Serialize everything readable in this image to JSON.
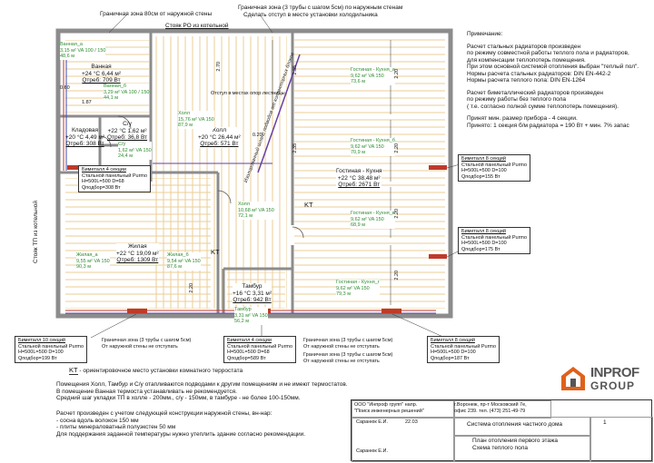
{
  "plan": {
    "top_labels": [
      "Граничная зона 80см от наружной стены",
      "Граничная зона (3 трубы с шагом 5см) по наружным стенам",
      "Сделать отступ в месте установки холодильника"
    ],
    "steak_label": "Стояк РО из котельной",
    "left_vertical_label": "Стояк ТП из котельной",
    "collector_label": "Изолированный шланг подводов от коллекторных блоков",
    "collector_small": "Отступ в местах опор лестницы",
    "kt": "KT",
    "rooms": {
      "bathroom": {
        "name": "Ванная",
        "temp": "+24 °C",
        "area": "6,44 м²",
        "q": "Qтреб: 709 Вт"
      },
      "su": {
        "name": "С/у",
        "temp": "+22 °C",
        "area": "1,62 м²",
        "q": "Qтреб: 36,8 Вт"
      },
      "pantry": {
        "name": "Кладовая",
        "temp": "+20 °C",
        "area": "4,49 м²",
        "q": "Qтреб: 308 Вт"
      },
      "hall": {
        "name": "Холл",
        "temp": "+20 °C",
        "area": "26,44 м²",
        "q": "Qтреб: 571 Вт"
      },
      "living": {
        "name": "Гостиная - Кухня",
        "temp": "+22 °C",
        "area": "38,48 м²",
        "q": "Qтреб: 2671 Вт"
      },
      "bedroom": {
        "name": "Жилая",
        "temp": "+22 °C",
        "area": "19,09 м²",
        "q": "Qтреб: 1309 Вт"
      },
      "vestibule": {
        "name": "Тамбур",
        "temp": "+16 °C",
        "area": "3,31 м²",
        "q": "Qтреб: 942 Вт"
      }
    },
    "circuits": [
      {
        "name": "Ванная_а",
        "line1": "3,15 м²  VA 100 / 150",
        "line2": "48,6 м"
      },
      {
        "name": "Ванная_б",
        "line1": "3,29 м²  VA 100 / 150",
        "line2": "44,1 м"
      },
      {
        "name": "С/у",
        "line1": "1,62 м²  VA 150",
        "line2": "24,4 м"
      },
      {
        "name": "Холл",
        "line1": "15,76 м²  VA 150",
        "line2": "87,9 м"
      },
      {
        "name": "Холл",
        "line1": "10,68 м²  VA 150",
        "line2": "72,1 м"
      },
      {
        "name": "Гостиная - Кухня_а",
        "line1": "9,62 м²  VA 150",
        "line2": "73,6 м"
      },
      {
        "name": "Гостиная - Кухня_б",
        "line1": "9,62 м²  VA 150",
        "line2": "70,9 м"
      },
      {
        "name": "Гостиная - Кухня_в",
        "line1": "9,62 м²  VA 150",
        "line2": "68,9 м"
      },
      {
        "name": "Гостиная - Кухня_г",
        "line1": "9,62 м²  VA 150",
        "line2": "79,3 м"
      },
      {
        "name": "Жилая_а",
        "line1": "9,55 м²  VA 150",
        "line2": "90,3 м"
      },
      {
        "name": "Жилая_б",
        "line1": "9,54 м²  VA 150",
        "line2": "87,6 м"
      },
      {
        "name": "Тамбур",
        "line1": "3,31 м²  VA 150",
        "line2": "56,2 м"
      }
    ],
    "dims": [
      "0.60",
      "1.87",
      "2.70",
      "0.20",
      "2.35",
      "2.35",
      "2.20",
      "2.20",
      "2.20",
      "2.20",
      "2.20"
    ],
    "radiators": {
      "r1": {
        "title": "Биметалл 4 секции",
        "l1": "Стальной панельный Purmo",
        "l2": "H=500L=500  D=68",
        "l3": "Qподбор=308 Вт"
      },
      "r2": {
        "title": "Биметалл 8 секций",
        "l1": "Стальной панельный Purmo",
        "l2": "H=500L=500  D=100",
        "l3": "Qподбор=155 Вт"
      },
      "r3": {
        "title": "Биметалл 8 секций",
        "l1": "Стальной панельный Purmo",
        "l2": "H=500L=500  D=100",
        "l3": "Qподбор=175 Вт"
      },
      "r4": {
        "title": "Биметалл 10 секций",
        "l1": "Стальной панельный Purmo",
        "l2": "H=500L=500  D=100",
        "l3": "Qподбор=199 Вт"
      },
      "r5": {
        "title": "Биметалл 4 секции",
        "l1": "Стальной панельный Purmo",
        "l2": "H=500L=500  D=68",
        "l3": "Qподбор=589 Вт"
      },
      "r6": {
        "title": "Биметалл 8 секций",
        "l1": "Стальной панельный Purmo",
        "l2": "H=500L=500  D=100",
        "l3": "Qподбор=187 Вт"
      }
    },
    "bottom_zone": {
      "l1": "Граничная зона (3 трубы с шагом 5см)",
      "l2": "От наружной стены не отступать"
    }
  },
  "notes": {
    "heading": "Примечание:",
    "lines": [
      "Расчет стальных радиаторов произведен",
      "по режиму совместной работы теплого пола и радиаторов,",
      "для компенсации теплопотерь помещения.",
      "При этом основной системой отопления выбран \"теплый пол\".",
      "Нормы расчета стальных радиаторов: DIN EN-442-2",
      "Нормы расчета теплого пола: DIN EN-1264",
      "",
      "Расчет биметаллический радиаторов произведен",
      "по режиму работы без теплого пола",
      " ( т.е. согласно полной сумме теплопотерь помещения).",
      "",
      "Принят мин. размер прибора - 4 секции.",
      "Принято: 1 секция б/м радиатора = 190 Вт + мин. 7% запас"
    ]
  },
  "legend": {
    "symbol": "KT",
    "text": "- ориентировочное место установки комнатного терростата"
  },
  "bottom_notes": {
    "p1": [
      "Помещения Холл, Тамбур и С/у отапливаются подводами к другим помещениям и не имеют термостатов.",
      "В помещение Ванная термоста устанавливать не рекомендуется.",
      "Средний шаг укладки ТП в холле - 200мм., с/у - 150мм, в тамбуре - не более 100-150мм."
    ],
    "p2": [
      "Расчет произведен с учетом следующей конструкции наружной стены, вн-нар:",
      "- сосна вдоль волокон 150 мм",
      "- плиты минераловатный полуэкстен 50 мм",
      "Для поддержания заданной температуры нужно  утеплить здание согласно рекомендации."
    ]
  },
  "title_block": {
    "company": "ООО \"Инпроф групп\" напр.",
    "company2": "\"Поиск инженерных решений\"",
    "address": "г.Воронеж, пр-т Московский 7е,",
    "address2": "офис 239. тел. (473) 251-49-79",
    "person1": "Саранюк Е.И.",
    "person2": "Саранюк Е.И.",
    "date": "22.03",
    "system": "Система отопления частного дома",
    "sheet_title1": "План отопления первого этажа",
    "sheet_title2": "Схема теплого пола",
    "sheet": "1",
    "logo_text": "INPROF",
    "logo_text2": "GROUP"
  }
}
